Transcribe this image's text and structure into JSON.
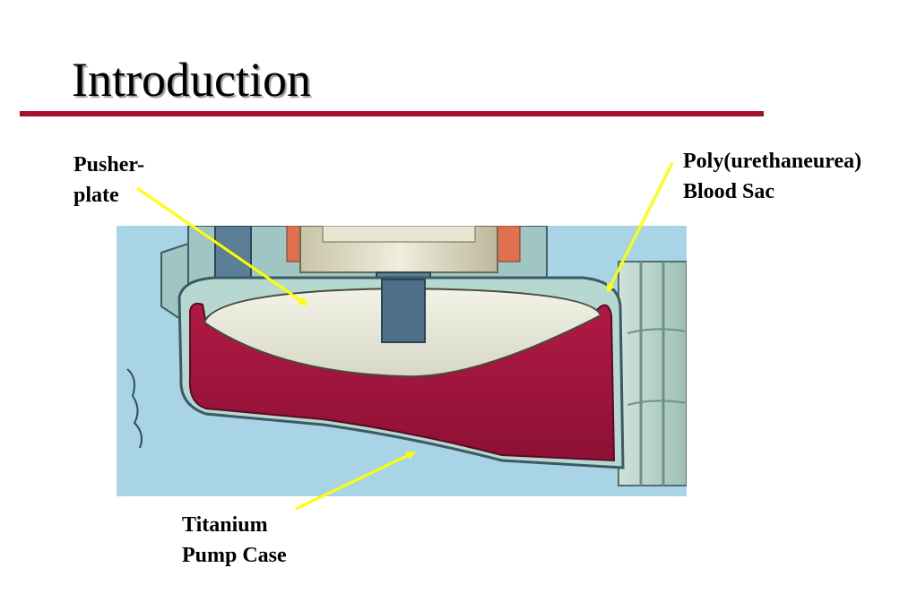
{
  "slide": {
    "title": "Introduction",
    "accent_color": "#a3122a"
  },
  "labels": {
    "pusher_plate": {
      "line1": "Pusher-",
      "line2": "plate"
    },
    "blood_sac": {
      "line1": "Poly(urethaneurea)",
      "line2": "Blood Sac"
    },
    "pump_case": {
      "line1": "Titanium",
      "line2": "Pump Case"
    }
  },
  "figure": {
    "description_icon": "pump-cutaway-illustration",
    "colors": {
      "background": "#a8d4e6",
      "blood": "#a3163e",
      "plate": "#e6e6d6",
      "metal": "#5a7f96",
      "arrow": "#ffff00"
    }
  }
}
